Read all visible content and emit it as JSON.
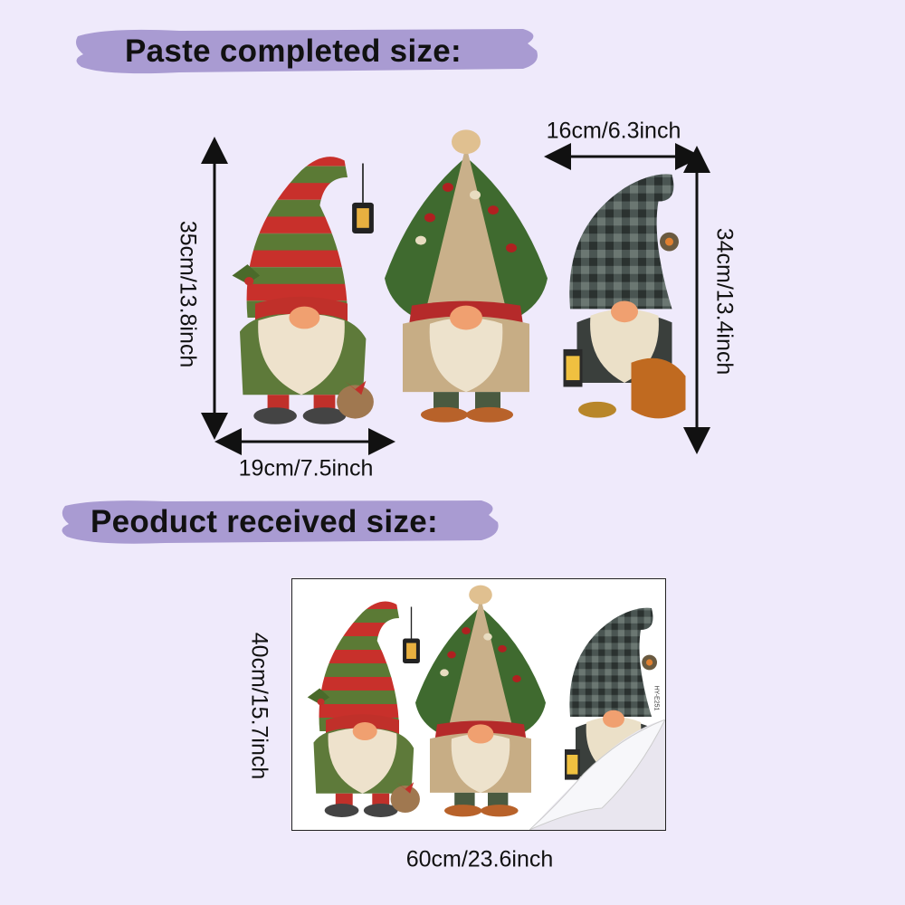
{
  "headings": {
    "completed": "Paste completed size:",
    "received": "Peoduct received size:"
  },
  "dimensions": {
    "gnome1_height": "35cm/13.8inch",
    "gnome1_width": "19cm/7.5inch",
    "gnome3_width": "16cm/6.3inch",
    "gnome3_height": "34cm/13.4inch",
    "sheet_height": "40cm/15.7inch",
    "sheet_width": "60cm/23.6inch"
  },
  "sheet_code": "HY-E251",
  "colors": {
    "background": "#efeafb",
    "banner": "#a99bd2",
    "text": "#111111"
  }
}
